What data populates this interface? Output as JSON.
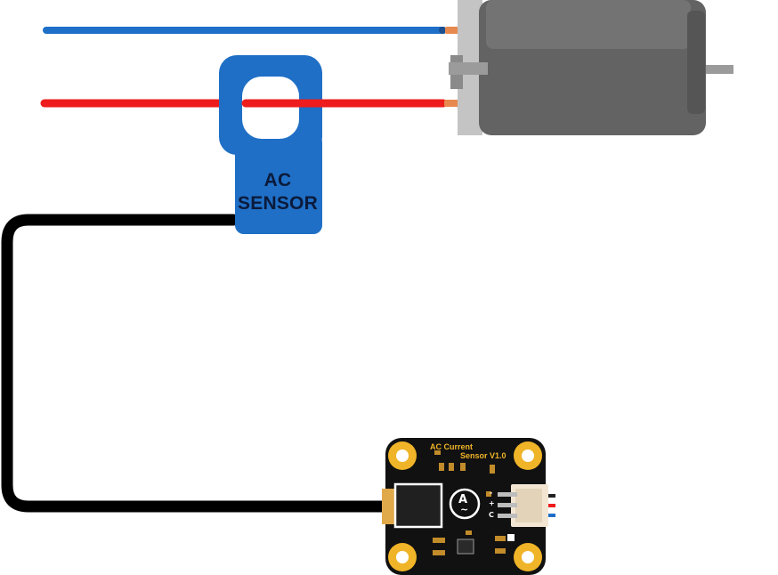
{
  "sensor_clamp": {
    "label_line1": "AC",
    "label_line2": "SENSOR",
    "color": "#1f6fc6"
  },
  "board": {
    "title_line1": "AC Current",
    "title_line2": "Sensor V1.0",
    "pin_labels": [
      "-",
      "+",
      "C"
    ],
    "meter_symbol": "A",
    "meter_sub": "~",
    "accent_color": "#f0b428"
  },
  "wires": {
    "blue": "#1e6fc8",
    "red": "#ee1c1c",
    "signal": "#000000"
  },
  "motor": {
    "body_color": "#636363"
  }
}
